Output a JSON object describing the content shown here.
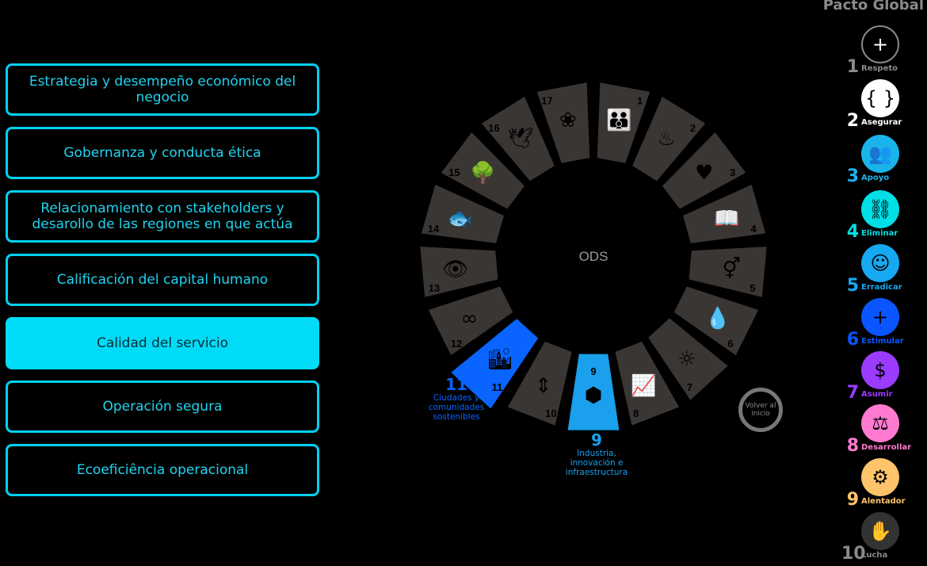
{
  "topics": [
    {
      "label": "Estrategia y desempeño económico del negocio",
      "active": false
    },
    {
      "label": "Gobernanza y conducta ética",
      "active": false
    },
    {
      "label": "Relacionamiento con  stakeholders y desarollo de las regiones en que actúa",
      "active": false
    },
    {
      "label": "Calificación del capital humano",
      "active": false
    },
    {
      "label": "Calidad del servicio",
      "active": true
    },
    {
      "label": "Operación segura",
      "active": false
    },
    {
      "label": "Ecoeficiência operacional",
      "active": false
    }
  ],
  "wheel": {
    "center_label": "ODS",
    "segment_color": "#3a3634",
    "segments": [
      {
        "n": "1",
        "icon": "family-icon",
        "glyph": "👪"
      },
      {
        "n": "2",
        "icon": "bowl-icon",
        "glyph": "♨"
      },
      {
        "n": "3",
        "icon": "heartbeat-icon",
        "glyph": "♥"
      },
      {
        "n": "4",
        "icon": "book-icon",
        "glyph": "📖"
      },
      {
        "n": "5",
        "icon": "gender-icon",
        "glyph": "⚥"
      },
      {
        "n": "6",
        "icon": "water-icon",
        "glyph": "💧"
      },
      {
        "n": "7",
        "icon": "sun-icon",
        "glyph": "☼"
      },
      {
        "n": "8",
        "icon": "growth-chart-icon",
        "glyph": "📈"
      },
      {
        "n": "9",
        "icon": "cubes-icon",
        "glyph": "⬢",
        "selected": true,
        "color": "#1aa0ec"
      },
      {
        "n": "10",
        "icon": "arrows-equal-icon",
        "glyph": "⇕"
      },
      {
        "n": "11",
        "icon": "city-icon",
        "glyph": "🏙",
        "selected": true,
        "color": "#0a64ff"
      },
      {
        "n": "12",
        "icon": "infinity-icon",
        "glyph": "∞"
      },
      {
        "n": "13",
        "icon": "eye-globe-icon",
        "glyph": "👁"
      },
      {
        "n": "14",
        "icon": "fish-icon",
        "glyph": "🐟"
      },
      {
        "n": "15",
        "icon": "tree-icon",
        "glyph": "🌳"
      },
      {
        "n": "16",
        "icon": "dove-icon",
        "glyph": "🕊"
      },
      {
        "n": "17",
        "icon": "rings-icon",
        "glyph": "❀"
      }
    ]
  },
  "selected_ods": [
    {
      "n": "11",
      "label": "Ciudades y comunidades sostenibles",
      "color": "#0a64ff"
    },
    {
      "n": "9",
      "label": "Industria, innovación e infraestructura",
      "color": "#1aa0ec"
    }
  ],
  "back_button": "Volver al inicio",
  "pacto": {
    "title": "Pacto Global",
    "items": [
      {
        "n": "1",
        "label": "Respeto",
        "color": "#8a8a8a",
        "icon": "person-plus-icon",
        "glyph": "+"
      },
      {
        "n": "2",
        "label": "Asegurar",
        "color": "#ffffff",
        "icon": "person-braces-icon",
        "glyph": "{ }"
      },
      {
        "n": "3",
        "label": "Apoyo",
        "color": "#1ab4ea",
        "icon": "group-support-icon",
        "glyph": "👥"
      },
      {
        "n": "4",
        "label": "Eliminar",
        "color": "#00e0e6",
        "icon": "person-chain-icon",
        "glyph": "⛓"
      },
      {
        "n": "5",
        "label": "Erradicar",
        "color": "#17a8f2",
        "icon": "child-icon",
        "glyph": "☺"
      },
      {
        "n": "6",
        "label": "Estimular",
        "color": "#0a55ff",
        "icon": "woman-plus-icon",
        "glyph": "+"
      },
      {
        "n": "7",
        "label": "Asumir",
        "color": "#9b3bff",
        "icon": "balance-money-tree-icon",
        "glyph": "$"
      },
      {
        "n": "8",
        "label": "Desarrollar",
        "color": "#ff7ad0",
        "icon": "people-balance-icon",
        "glyph": "⚖"
      },
      {
        "n": "9",
        "label": "Alentador",
        "color": "#ffc46a",
        "icon": "gears-icon",
        "glyph": "⚙"
      },
      {
        "n": "10",
        "label": "Lucha",
        "color": "#8a8a8a",
        "icon": "person-wave-icon",
        "glyph": "✋"
      }
    ]
  }
}
